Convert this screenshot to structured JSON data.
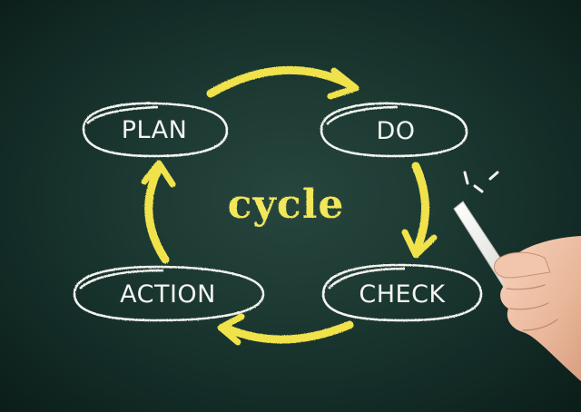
{
  "diagram": {
    "center_label": "cycle",
    "center_color": "#f2e65a",
    "arrow_color": "#f0e24c",
    "chalk_color": "#f4f4f0",
    "board_color": "#1c3932",
    "nodes": [
      {
        "id": "plan",
        "label": "PLAN"
      },
      {
        "id": "do",
        "label": "DO"
      },
      {
        "id": "check",
        "label": "CHECK"
      },
      {
        "id": "action",
        "label": "ACTION"
      }
    ],
    "flow": [
      "PLAN",
      "DO",
      "CHECK",
      "ACTION",
      "PLAN"
    ]
  },
  "scene": {
    "hand": "hand-holding-chalk",
    "chalk_marks": "chalk-tick-marks"
  }
}
